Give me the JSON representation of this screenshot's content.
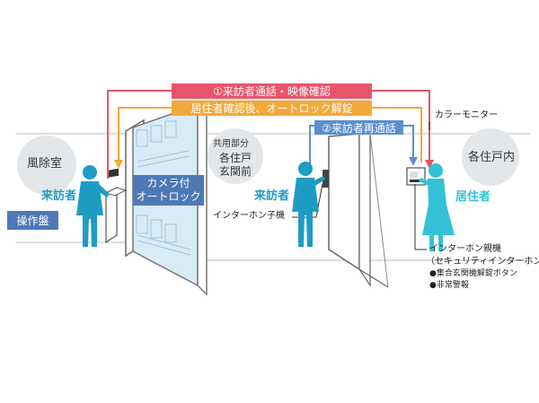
{
  "banners": {
    "red": "①来訪者通話・映像確認",
    "orange": "居住者確認後、オートロック解錠",
    "blue": "②来訪者再通話"
  },
  "areas": {
    "windscreen_room": "風除室",
    "common_area": [
      "共用部分",
      "各住戸",
      "玄関前"
    ],
    "each_unit": "各住戸内"
  },
  "labels": {
    "visitor_left": "来訪者",
    "visitor_mid": "来訪者",
    "resident": "居住者",
    "control_panel": "操作盤",
    "camera_autolock": [
      "カメラ付",
      "オートロック"
    ],
    "intercom_sub": "インターホン子機",
    "color_monitor": "カラーモニター",
    "intercom_main": "インターホン親機",
    "intercom_main_sub": "（セキュリティインターホン）",
    "bullet1": "●集合玄関機解錠ボタン",
    "bullet2": "●非常警報"
  },
  "colors": {
    "red": "#e8546a",
    "orange": "#f2a93b",
    "blue": "#5b8fd0",
    "figure": "#1e9cc4",
    "resident": "#34c1d6",
    "box": "#4e79b5"
  }
}
